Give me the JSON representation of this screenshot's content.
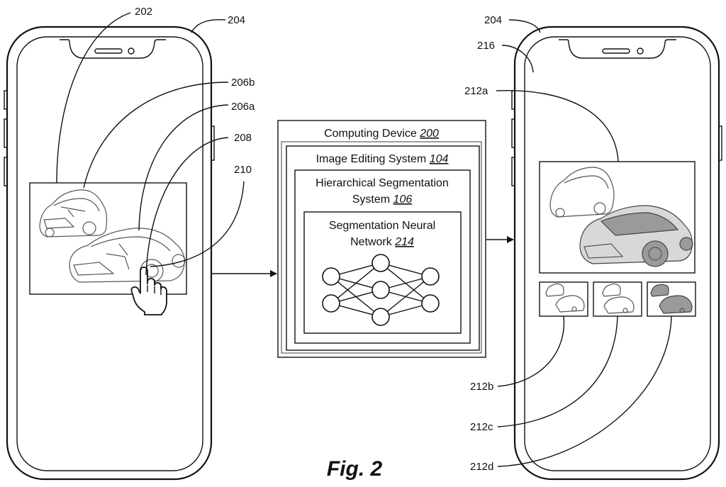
{
  "figure_title": "Fig. 2",
  "refs": {
    "r202": "202",
    "r204_left": "204",
    "r204_right": "204",
    "r206b": "206b",
    "r206a": "206a",
    "r208": "208",
    "r210": "210",
    "r216": "216",
    "r212a": "212a",
    "r212b": "212b",
    "r212c": "212c",
    "r212d": "212d"
  },
  "computing_device": {
    "label": "Computing Device ",
    "ref": "200"
  },
  "image_editing_system": {
    "label": "Image Editing System ",
    "ref": "104"
  },
  "hierarchical_segmentation_system": {
    "line1": "Hierarchical Segmentation",
    "line2": "System ",
    "ref": "106"
  },
  "segmentation_neural_network": {
    "line1": "Segmentation Neural",
    "line2": "Network ",
    "ref": "214"
  },
  "neural_network": {
    "layers": [
      2,
      3,
      2
    ]
  }
}
